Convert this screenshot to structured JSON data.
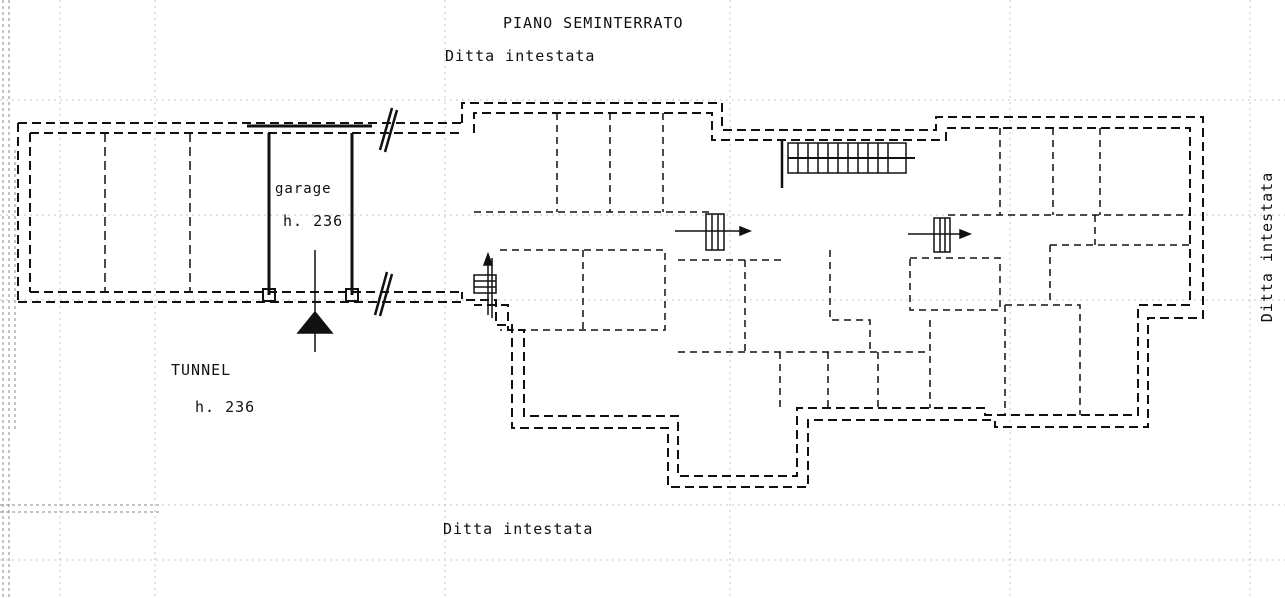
{
  "title": "PIANO  SEMINTERRATO",
  "labels": {
    "neighbor_top": "Ditta  intestata",
    "neighbor_bottom": "Ditta  intestata",
    "neighbor_right": "Ditta  intestata",
    "garage": "garage",
    "garage_height": "h. 236",
    "tunnel": "TUNNEL",
    "tunnel_height": "h. 236"
  },
  "colors": {
    "ink": "#111111",
    "grid": "#bdbdbd",
    "paper": "#ffffff"
  }
}
